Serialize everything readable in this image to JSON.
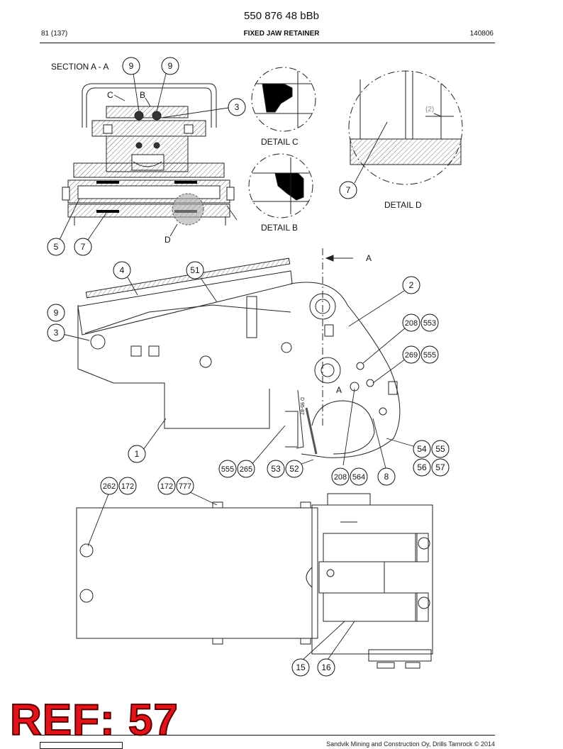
{
  "header": {
    "doc_number": "550 876 48 bBb",
    "page": "81 (137)",
    "title": "FIXED JAW RETAINER",
    "date_code": "140806"
  },
  "labels": {
    "section": "SECTION A - A",
    "detail_c": "DETAIL C",
    "detail_b": "DETAIL B",
    "detail_d": "DETAIL D",
    "c": "C",
    "b": "B",
    "d": "D",
    "a_top": "A",
    "a_mid": "A",
    "dim_2": "(2)",
    "stamp": "D 95-87"
  },
  "balloons": [
    {
      "id": "b9a",
      "text": "9"
    },
    {
      "id": "b9b",
      "text": "9"
    },
    {
      "id": "b3a",
      "text": "3"
    },
    {
      "id": "b5",
      "text": "5"
    },
    {
      "id": "b7a",
      "text": "7"
    },
    {
      "id": "b7b",
      "text": "7"
    },
    {
      "id": "b4",
      "text": "4"
    },
    {
      "id": "b51",
      "text": "51"
    },
    {
      "id": "b2",
      "text": "2"
    },
    {
      "id": "b9c",
      "text": "9"
    },
    {
      "id": "b3b",
      "text": "3"
    },
    {
      "id": "b208a",
      "text": "208"
    },
    {
      "id": "b553",
      "text": "553"
    },
    {
      "id": "b269",
      "text": "269"
    },
    {
      "id": "b555a",
      "text": "555"
    },
    {
      "id": "b1",
      "text": "1"
    },
    {
      "id": "b54",
      "text": "54"
    },
    {
      "id": "b55",
      "text": "55"
    },
    {
      "id": "b56",
      "text": "56"
    },
    {
      "id": "b57",
      "text": "57"
    },
    {
      "id": "b555b",
      "text": "555"
    },
    {
      "id": "b265",
      "text": "265"
    },
    {
      "id": "b53",
      "text": "53"
    },
    {
      "id": "b52",
      "text": "52"
    },
    {
      "id": "b208b",
      "text": "208"
    },
    {
      "id": "b564",
      "text": "564"
    },
    {
      "id": "b8",
      "text": "8"
    },
    {
      "id": "b262",
      "text": "262"
    },
    {
      "id": "b172a",
      "text": "172"
    },
    {
      "id": "b172b",
      "text": "172"
    },
    {
      "id": "b777",
      "text": "777"
    },
    {
      "id": "b15",
      "text": "15"
    },
    {
      "id": "b16",
      "text": "16"
    }
  ],
  "ref_stamp": "REF: 57",
  "footer": {
    "copyright": "Sandvik Mining and Construction Oy, Drills Tamrock © 2014"
  }
}
